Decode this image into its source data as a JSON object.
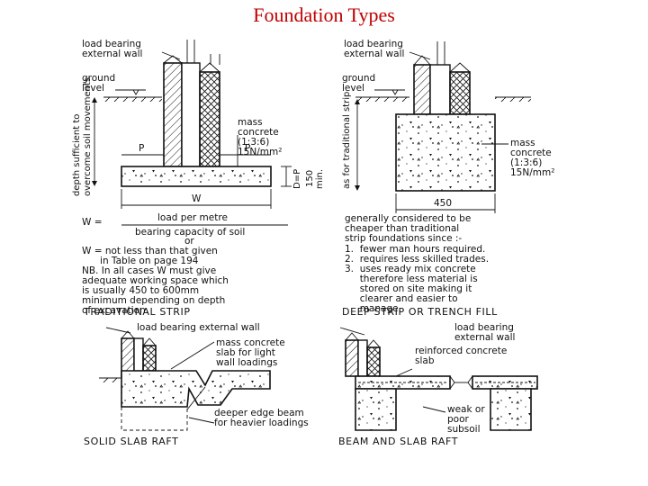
{
  "title": "Foundation Types",
  "traditional": {
    "wall_label_1": "load bearing",
    "wall_label_2": "external wall",
    "ground_1": "ground",
    "ground_2": "level",
    "mass_1": "mass",
    "mass_2": "concrete",
    "mass_3": "(1:3:6)",
    "mass_4": "15N/mm²",
    "depth_1": "depth sufficient to",
    "depth_2": "overcome soil movements",
    "p_left": "P",
    "p_right": "P",
    "d_eq_p": "D=P",
    "d_min": "150",
    "d_min2": "min.",
    "w": "W",
    "formula_w": "W =",
    "formula_num": "load per metre",
    "formula_den": "bearing capacity of soil",
    "formula_or": "or",
    "notes": [
      "W = not less than that given",
      "      in Table on page 194",
      "NB. In all cases W must give",
      "adequate working space which",
      "is usually 450 to 600mm",
      "minimum depending on depth",
      "of excavation."
    ],
    "caption": "TRADITIONAL STRIP"
  },
  "deep": {
    "wall_label_1": "load bearing",
    "wall_label_2": "external wall",
    "ground_1": "ground",
    "ground_2": "level",
    "mass_1": "mass",
    "mass_2": "concrete",
    "mass_3": "(1:3:6)",
    "mass_4": "15N/mm²",
    "depth": "as for traditional strip",
    "width": "450",
    "notes": [
      "generally considered to be",
      "cheaper than traditional",
      "strip foundations since :-",
      "1.  fewer man hours required.",
      "2.  requires less skilled trades.",
      "3.  uses ready mix concrete",
      "     therefore less material is",
      "     stored on site making it",
      "     clearer and easier to",
      "     manage."
    ],
    "caption": "DEEP STRIP OR TRENCH FILL"
  },
  "solid": {
    "wall_label": "load bearing external wall",
    "mass_1": "mass concrete",
    "mass_2": "slab for light",
    "mass_3": "wall loadings",
    "edge_1": "deeper edge beam",
    "edge_2": "for heavier loadings",
    "caption": "SOLID SLAB RAFT"
  },
  "beam": {
    "wall_1": "load bearing",
    "wall_2": "external wall",
    "rc_1": "reinforced concrete",
    "rc_2": "slab",
    "weak_1": "weak or",
    "weak_2": "poor",
    "weak_3": "subsoil",
    "caption": "BEAM AND SLAB RAFT"
  }
}
